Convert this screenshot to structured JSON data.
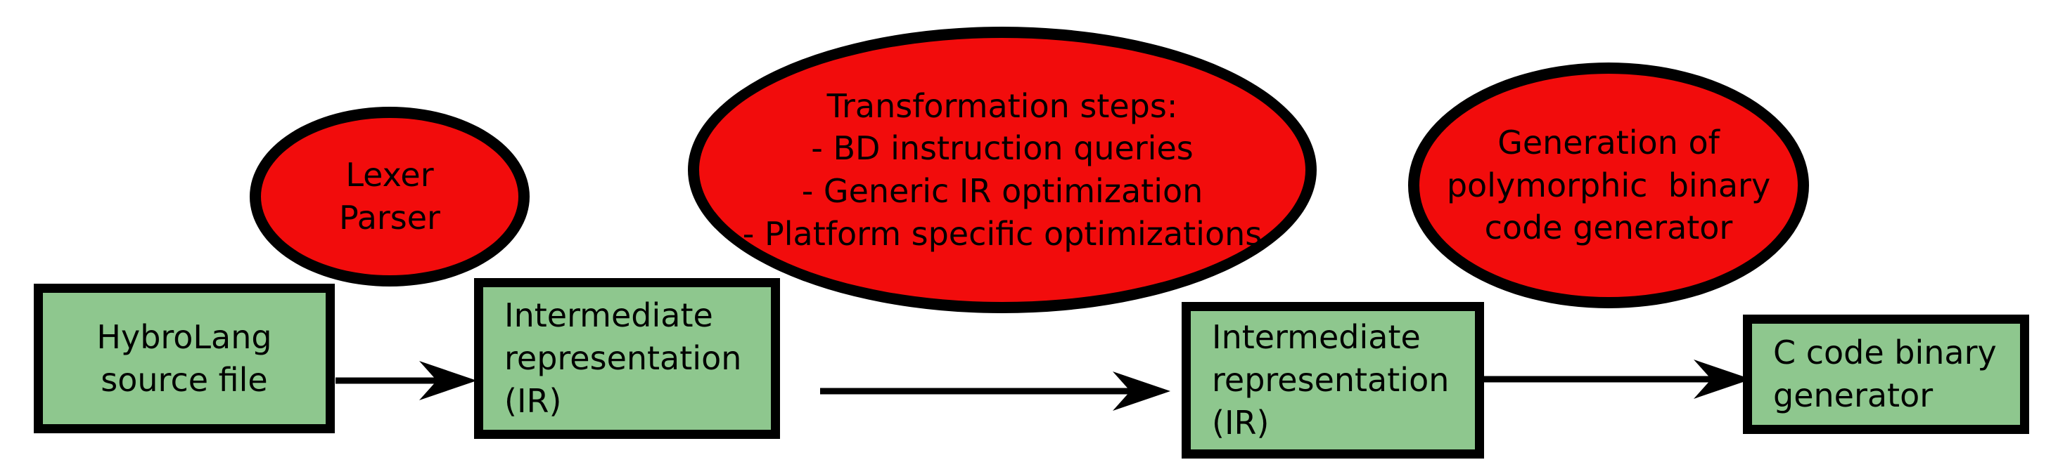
{
  "diagram": {
    "colors": {
      "box_fill": "#8EC78E",
      "ellipse_fill": "#F20C0C",
      "stroke": "#000000",
      "background": "#FFFFFF"
    },
    "boxes": [
      {
        "id": "hybrolang-source-file",
        "label": "HybroLang\nsource file"
      },
      {
        "id": "intermediate-representation-1",
        "label": "Intermediate\nrepresentation\n(IR)"
      },
      {
        "id": "intermediate-representation-2",
        "label": "Intermediate\nrepresentation\n(IR)"
      },
      {
        "id": "c-code-binary-generator",
        "label": "C code binary\ngenerator"
      }
    ],
    "ellipses": [
      {
        "id": "lexer-parser",
        "label": "Lexer\nParser"
      },
      {
        "id": "transformation-steps",
        "label": "Transformation steps:\n- BD instruction queries\n- Generic IR optimization\n- Platform specific optimizations"
      },
      {
        "id": "polymorphic-generator",
        "label": "Generation of\npolymorphic  binary\ncode generator"
      }
    ],
    "arrows": [
      {
        "from": "hybrolang-source-file",
        "to": "intermediate-representation-1"
      },
      {
        "from": "intermediate-representation-1",
        "to": "intermediate-representation-2"
      },
      {
        "from": "intermediate-representation-2",
        "to": "c-code-binary-generator"
      }
    ]
  }
}
